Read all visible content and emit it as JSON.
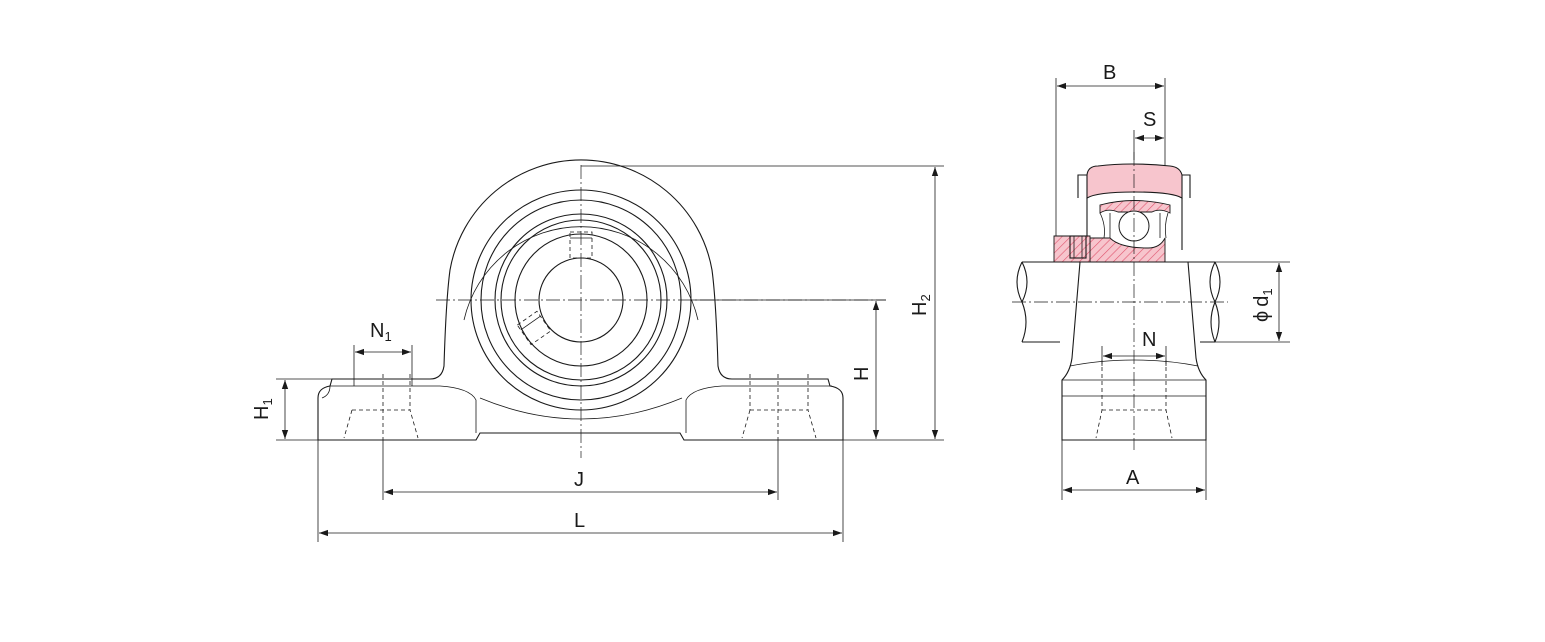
{
  "colors": {
    "line": "#1a1a1a",
    "section_fill": "#f7c5cd",
    "hatch": "#e0566f"
  },
  "front_view": {
    "labels": {
      "N1": {
        "main": "N",
        "sub": "1"
      },
      "H1": {
        "main": "H",
        "sub": "1"
      },
      "H": {
        "main": "H"
      },
      "H2": {
        "main": "H",
        "sub": "2"
      },
      "J": {
        "main": "J"
      },
      "L": {
        "main": "L"
      }
    }
  },
  "side_view": {
    "labels": {
      "B": {
        "main": "B"
      },
      "S": {
        "main": "S"
      },
      "d1": {
        "prefix": "ϕ",
        "main": "d",
        "sub": "1"
      },
      "N": {
        "main": "N"
      },
      "A": {
        "main": "A"
      }
    }
  }
}
